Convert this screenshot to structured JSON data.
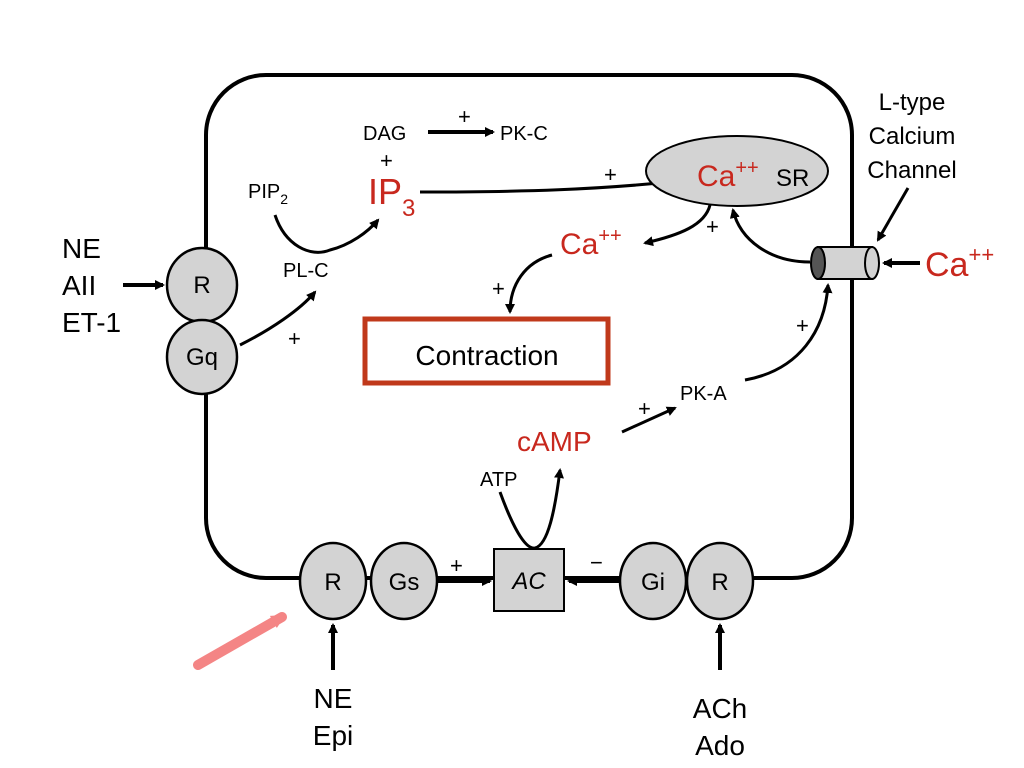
{
  "receptor_left": {
    "agonists": [
      "NE",
      "AII",
      "ET-1"
    ],
    "receptor": "R",
    "g_protein": "Gq"
  },
  "pathway_gq": {
    "plc": "PL-C",
    "pip2": "PIP",
    "pip2_sub": "2",
    "ip3": "IP",
    "ip3_sub": "3",
    "dag": "DAG",
    "pkc": "PK-C",
    "dag_plus": "+"
  },
  "sr": {
    "ca": "Ca",
    "ca_sup": "++",
    "label": "SR"
  },
  "cytosolic_ca": {
    "ca": "Ca",
    "ca_sup": "++"
  },
  "channel": {
    "label_lines": [
      "L-type",
      "Calcium",
      "Channel"
    ],
    "ext_ca": "Ca",
    "ext_ca_sup": "++"
  },
  "contraction": {
    "label": "Contraction"
  },
  "camp_pathway": {
    "camp": "cAMP",
    "atp": "ATP",
    "pka": "PK-A",
    "ac": "AC"
  },
  "receptor_gs": {
    "receptor": "R",
    "g_protein": "Gs",
    "agonists": [
      "NE",
      "Epi"
    ]
  },
  "receptor_gi": {
    "receptor": "R",
    "g_protein": "Gi",
    "agonists": [
      "ACh",
      "Ado"
    ]
  },
  "signs": {
    "plus": "+",
    "minus": "−"
  },
  "colors": {
    "signal_red": "#c8281e",
    "box_red": "#c0391b",
    "oval_fill": "#d3d3d3",
    "pointer_pink": "#f48585"
  }
}
